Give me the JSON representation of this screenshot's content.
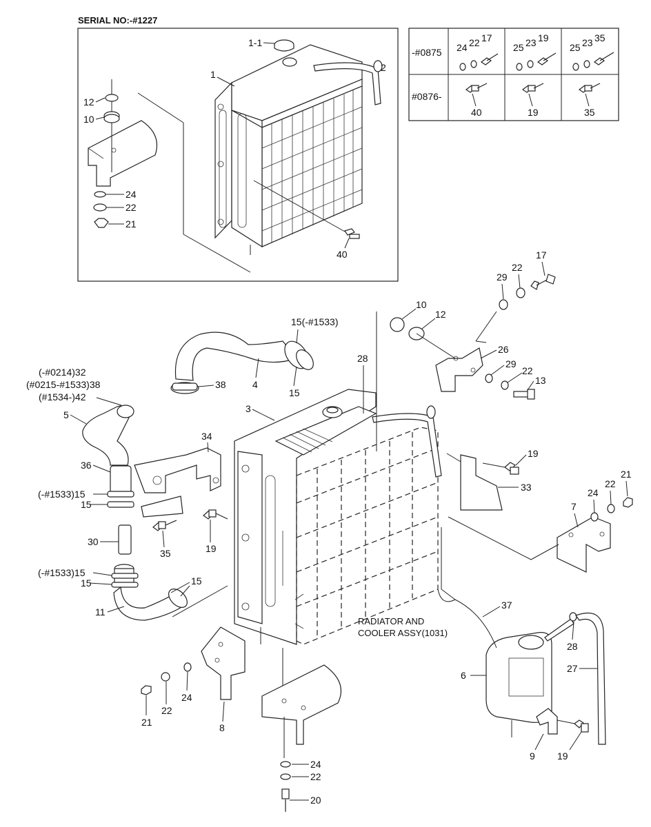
{
  "serial_label": "SERIAL NO:-#1227",
  "assembly_label_line1": "RADIATOR AND",
  "assembly_label_line2": "COOLER ASSY(1031)",
  "table": {
    "rows": [
      {
        "range": "-#0875",
        "cells": [
          [
            "24",
            "22",
            "17"
          ],
          [
            "25",
            "23",
            "19"
          ],
          [
            "25",
            "23",
            "35"
          ]
        ]
      },
      {
        "range": "#0876-",
        "cells": [
          [
            "40"
          ],
          [
            "19"
          ],
          [
            "35"
          ]
        ]
      }
    ]
  },
  "inset_callouts": [
    "1-1",
    "1",
    "2",
    "12",
    "10",
    "24",
    "22",
    "21",
    "40"
  ],
  "main_callouts": [
    "17",
    "22",
    "29",
    "10",
    "12",
    "15(-#1533)",
    "26",
    "29",
    "22",
    "13",
    "28",
    "38",
    "4",
    "15",
    "(-#0214)32",
    "(#0215-#1533)38",
    "(#1534-)42",
    "5",
    "3",
    "34",
    "36",
    "(-#1533)15",
    "15",
    "19",
    "33",
    "21",
    "22",
    "24",
    "7",
    "30",
    "35",
    "19",
    "(-#1533)15",
    "15",
    "15",
    "11",
    "37",
    "28",
    "6",
    "27",
    "21",
    "22",
    "24",
    "8",
    "9",
    "19",
    "24",
    "22",
    "20"
  ]
}
